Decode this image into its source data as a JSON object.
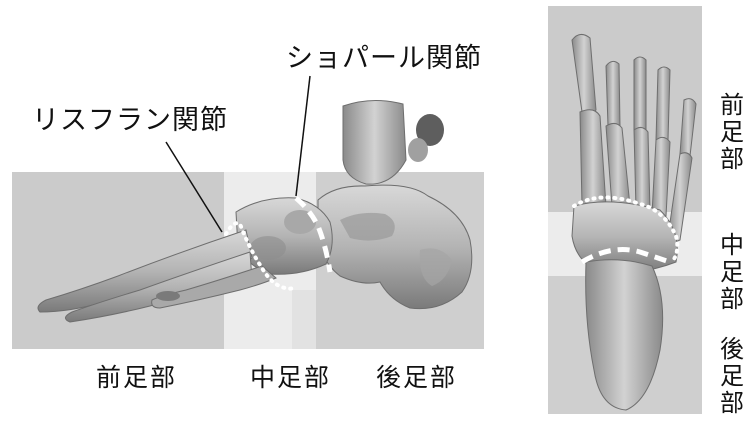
{
  "callouts": {
    "chopart_joint": "ショパール関節",
    "lisfranc_joint": "リスフラン関節"
  },
  "lateral_view": {
    "regions": {
      "forefoot": "前足部",
      "midfoot": "中足部",
      "hindfoot": "後足部"
    }
  },
  "dorsal_view": {
    "regions": {
      "forefoot": "前足部",
      "midfoot": "中足部",
      "hindfoot": "後足部"
    }
  },
  "colors": {
    "region_dark": "#cbcbcb",
    "region_light": "#e9e9e9",
    "region_mid": "#dadada",
    "bone": "#b9b9b9",
    "bone_shadow": "#6e6e6e",
    "joint_line": "#ffffff"
  }
}
